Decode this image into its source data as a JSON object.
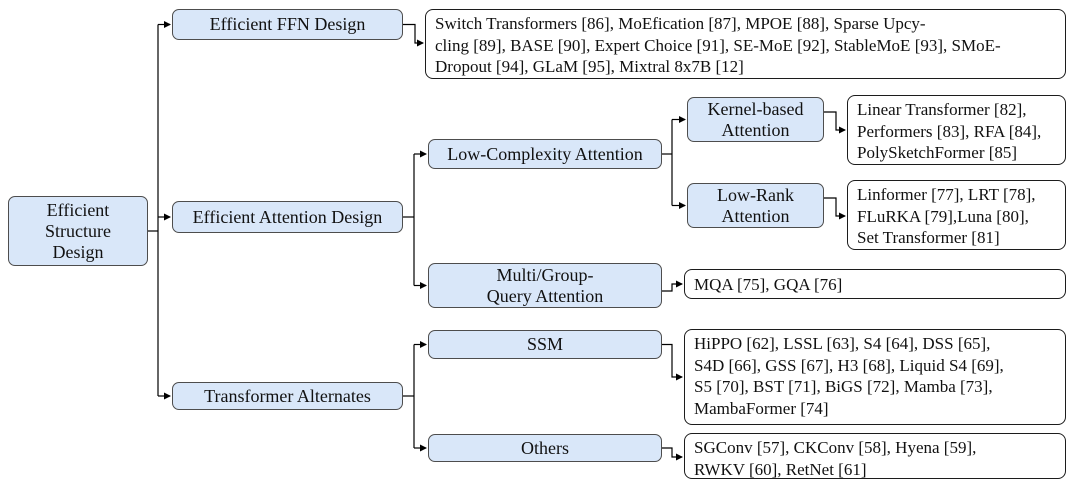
{
  "colors": {
    "node_fill": "#d9e7f9",
    "node_border": "#4d4d4d",
    "list_border": "#1c1c1c",
    "line": "#000000"
  },
  "nodes": {
    "root": {
      "label": "Efficient\nStructure\nDesign"
    },
    "ffn": {
      "label": "Efficient FFN Design"
    },
    "attention": {
      "label": "Efficient Attention Design"
    },
    "alternates": {
      "label": "Transformer Alternates"
    },
    "low_complexity": {
      "label": "Low-Complexity Attention"
    },
    "multi_group": {
      "label": "Multi/Group-\nQuery Attention"
    },
    "ssm": {
      "label": "SSM"
    },
    "others": {
      "label": "Others"
    },
    "kernel": {
      "label": "Kernel-based\nAttention"
    },
    "low_rank": {
      "label": "Low-Rank\nAttention"
    }
  },
  "refs": {
    "ffn": "Switch Transformers [86], MoEfication [87], MPOE [88], Sparse Upcy-\ncling [89], BASE [90], Expert Choice [91], SE-MoE [92], StableMoE [93], SMoE-\nDropout [94], GLaM [95], Mixtral 8x7B [12]",
    "kernel": "Linear Transformer [82],\nPerformers [83], RFA [84],\nPolySketchFormer [85]",
    "low_rank": "Linformer [77], LRT [78],\nFLuRKA [79],Luna [80],\nSet Transformer [81]",
    "multi_group": "MQA [75], GQA [76]",
    "ssm": "HiPPO [62], LSSL [63], S4 [64], DSS [65],\nS4D [66], GSS [67], H3 [68], Liquid S4 [69],\nS5 [70], BST [71], BiGS [72], Mamba [73],\nMambaFormer [74]",
    "others": "SGConv [57], CKConv [58], Hyena [59],\nRWKV [60], RetNet [61]"
  }
}
